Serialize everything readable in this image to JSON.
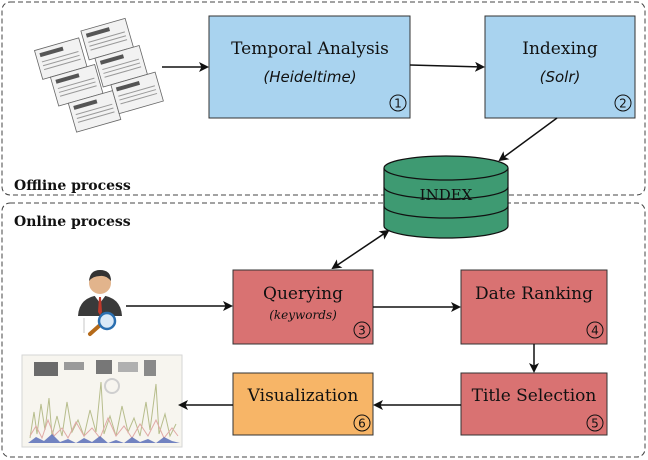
{
  "sections": {
    "offline_label": "Offline process",
    "online_label": "Online process"
  },
  "nodes": {
    "temporal": {
      "title": "Temporal Analysis",
      "subtitle": "(Heideltime)",
      "num": "1"
    },
    "indexing": {
      "title": "Indexing",
      "subtitle": "(Solr)",
      "num": "2"
    },
    "index_db": {
      "label": "INDEX"
    },
    "querying": {
      "title": "Querying",
      "subtitle": "(keywords)",
      "num": "3"
    },
    "date_ranking": {
      "title": "Date Ranking",
      "num": "4"
    },
    "title_selection": {
      "title": "Title Selection",
      "num": "5"
    },
    "visualization": {
      "title": "Visualization",
      "num": "6"
    }
  },
  "colors": {
    "offline_box": "#a9d3ef",
    "online_box": "#d97272",
    "visualization_box": "#f7b567",
    "database": "#3e9a72",
    "border": "#333333"
  },
  "icons": {
    "newspapers": "newspaper-stack-icon",
    "user": "user-search-icon",
    "output": "timeline-chart-thumbnail"
  }
}
